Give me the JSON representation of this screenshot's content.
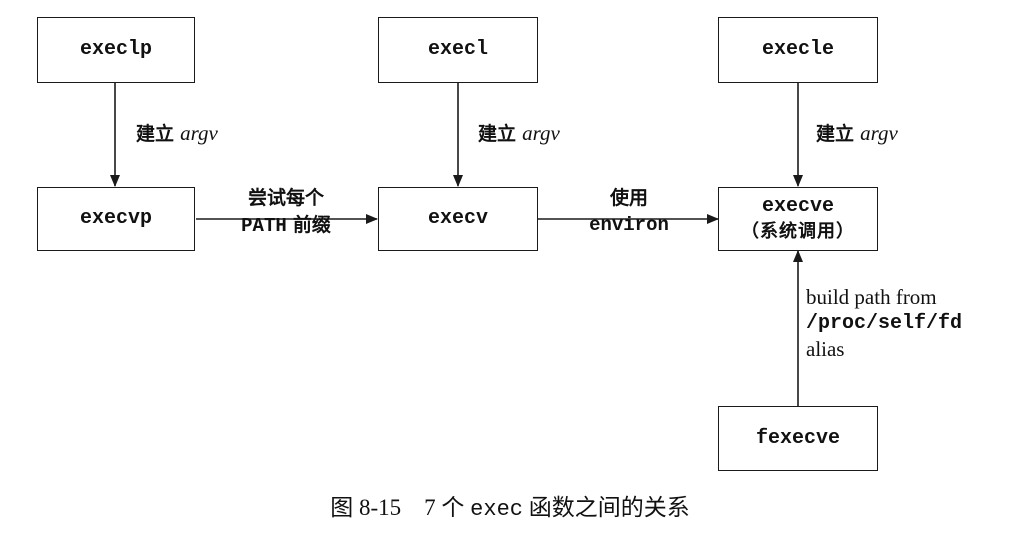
{
  "nodes": {
    "execlp": "execlp",
    "execl": "execl",
    "execle": "execle",
    "execvp": "execvp",
    "execv": "execv",
    "execve": "execve",
    "execve_note": "（系统调用）",
    "fexecve": "fexecve"
  },
  "edges": {
    "build_argv_prefix": "建立",
    "build_argv_term": "argv",
    "try_prefix_line1": "尝试每个",
    "try_prefix_path": "PATH",
    "try_prefix_suffix": "前缀",
    "use_line1": "使用",
    "use_line2": "environ",
    "fd_line1": "build path from",
    "fd_line2": "/proc/self/fd",
    "fd_line3": "alias"
  },
  "caption": {
    "figure_number": "图 8-15",
    "count": "7 个",
    "keyword": "exec",
    "rest": "函数之间的关系"
  }
}
